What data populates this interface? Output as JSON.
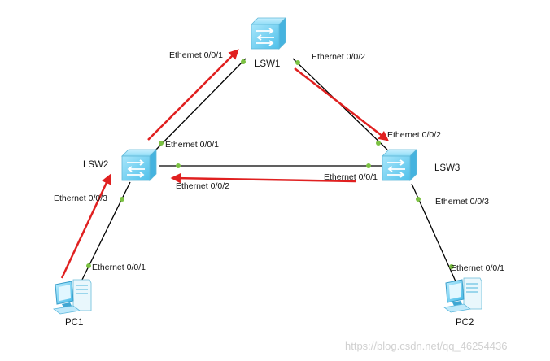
{
  "colors": {
    "link": "#000000",
    "port_dot": "#7bc142",
    "flow_arrow": "#e02020",
    "switch_body": "#7ed3f0",
    "pc_body": "#5cc6ee"
  },
  "devices": {
    "lsw1": {
      "label": "LSW1",
      "icon": "switch-icon"
    },
    "lsw2": {
      "label": "LSW2",
      "icon": "switch-icon"
    },
    "lsw3": {
      "label": "LSW3",
      "icon": "switch-icon"
    },
    "pc1": {
      "label": "PC1",
      "icon": "pc-icon"
    },
    "pc2": {
      "label": "PC2",
      "icon": "pc-icon"
    }
  },
  "ports": {
    "lsw1_e001": "Ethernet 0/0/1",
    "lsw1_e002": "Ethernet 0/0/2",
    "lsw2_e001": "Ethernet 0/0/1",
    "lsw2_e002": "Ethernet 0/0/2",
    "lsw2_e003": "Ethernet 0/0/3",
    "lsw3_e002": "Ethernet 0/0/2",
    "lsw3_e001": "Ethernet 0/0/1",
    "lsw3_e003": "Ethernet 0/0/3",
    "pc1_e001": "Ethernet 0/0/1",
    "pc2_e001": "Ethernet 0/0/1"
  },
  "watermark": "https://blog.csdn.net/qq_46254436"
}
